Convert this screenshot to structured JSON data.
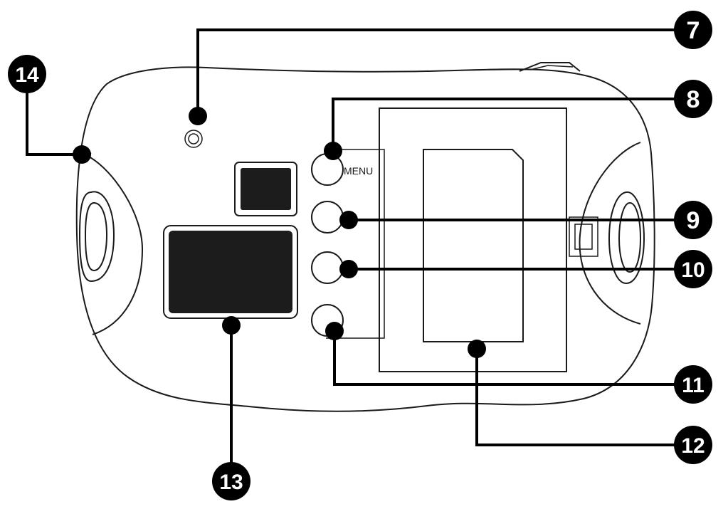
{
  "diagram": {
    "button_label": "MENU",
    "callouts": [
      {
        "id": "7",
        "label": "7"
      },
      {
        "id": "8",
        "label": "8"
      },
      {
        "id": "9",
        "label": "9"
      },
      {
        "id": "10",
        "label": "10"
      },
      {
        "id": "11",
        "label": "11"
      },
      {
        "id": "12",
        "label": "12"
      },
      {
        "id": "13",
        "label": "13"
      },
      {
        "id": "14",
        "label": "14"
      }
    ]
  },
  "colors": {
    "outline": "#1a1a1a",
    "callout_fill": "#000000",
    "callout_text": "#ffffff",
    "dark_panel": "#1c1c1c"
  }
}
